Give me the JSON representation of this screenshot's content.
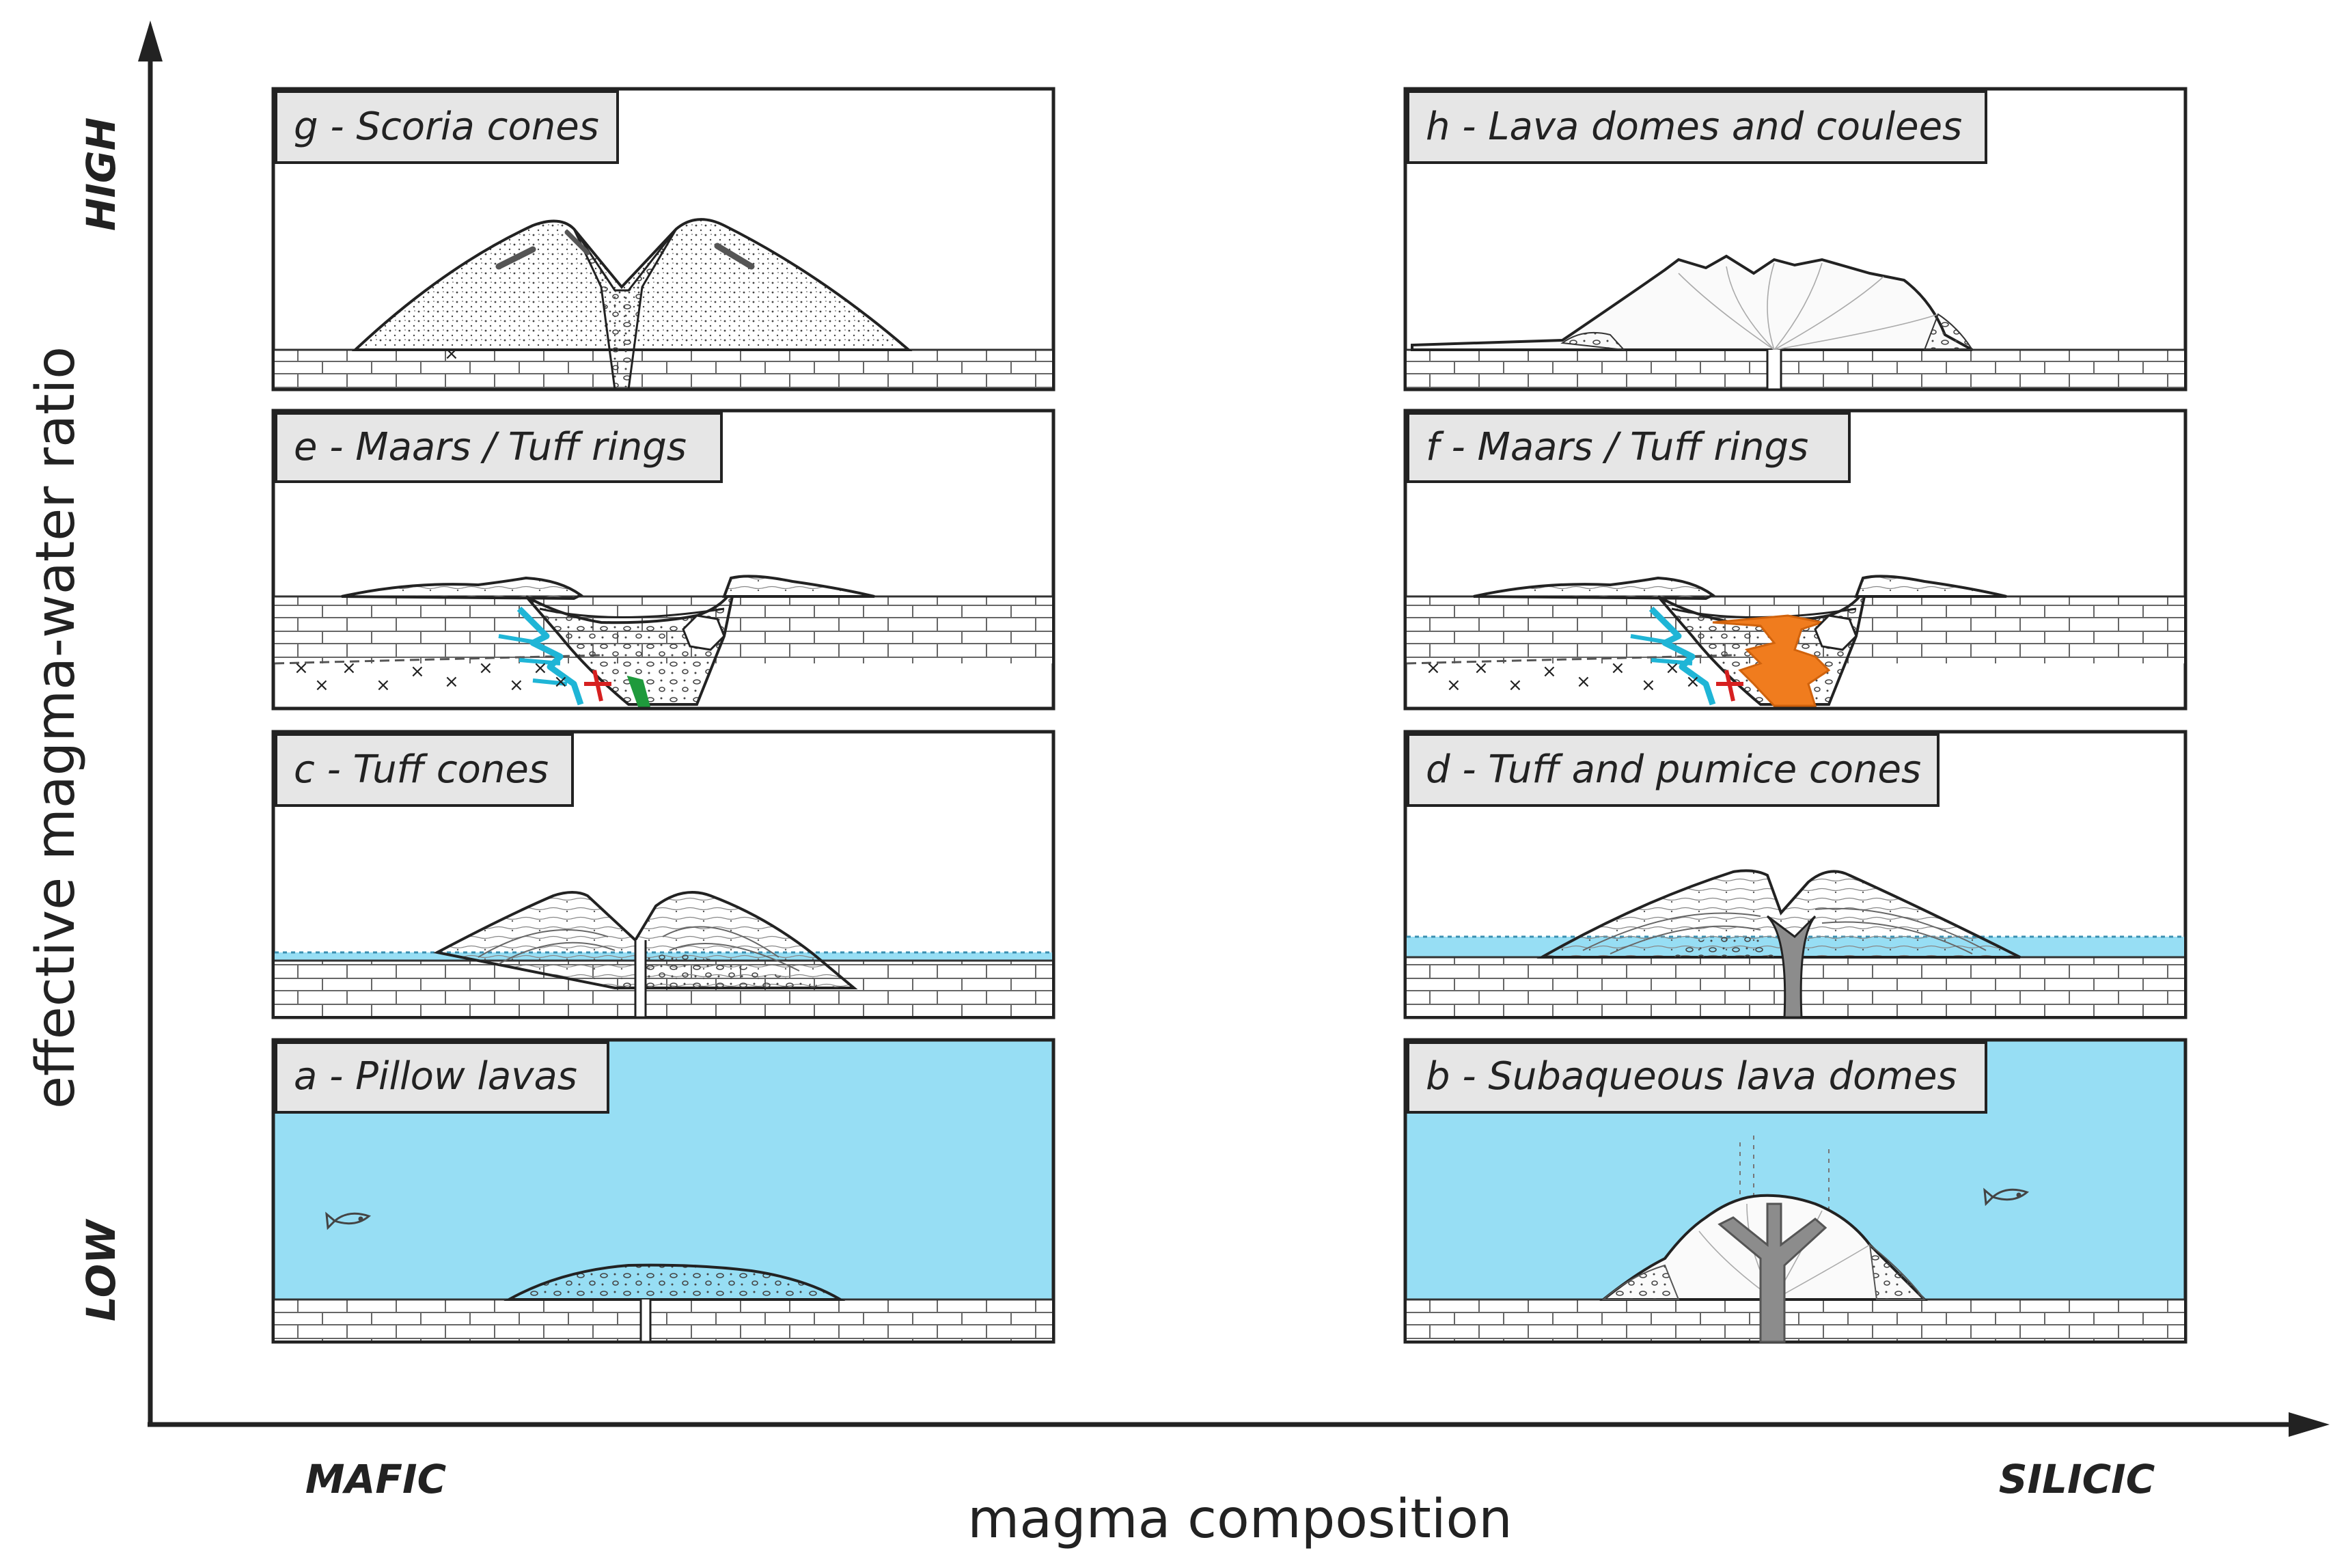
{
  "axes": {
    "x_title": "magma composition",
    "y_title": "effective magma-water ratio",
    "x_low": "MAFIC",
    "x_high": "SILICIC",
    "y_low": "LOW",
    "y_high": "HIGH"
  },
  "panels": {
    "g": {
      "title": "g - Scoria cones"
    },
    "h": {
      "title": "h - Lava domes and coulees"
    },
    "e": {
      "title": "e - Maars / Tuff rings"
    },
    "f": {
      "title": "f - Maars / Tuff rings"
    },
    "c": {
      "title": "c - Tuff cones"
    },
    "d": {
      "title": "d - Tuff and pumice cones"
    },
    "a": {
      "title": "a - Pillow lavas"
    },
    "b": {
      "title": "b - Subaqueous lava domes"
    }
  },
  "colors": {
    "water": "#97def4",
    "rock_line": "#555555",
    "label_box": "#e6e6e6",
    "magma_cyan": "#1fb5d6",
    "magma_orange": "#f07c1e",
    "magma_green": "#1f9a3c",
    "magma_red": "#d62020",
    "dike_grey": "#8c8c8c"
  }
}
